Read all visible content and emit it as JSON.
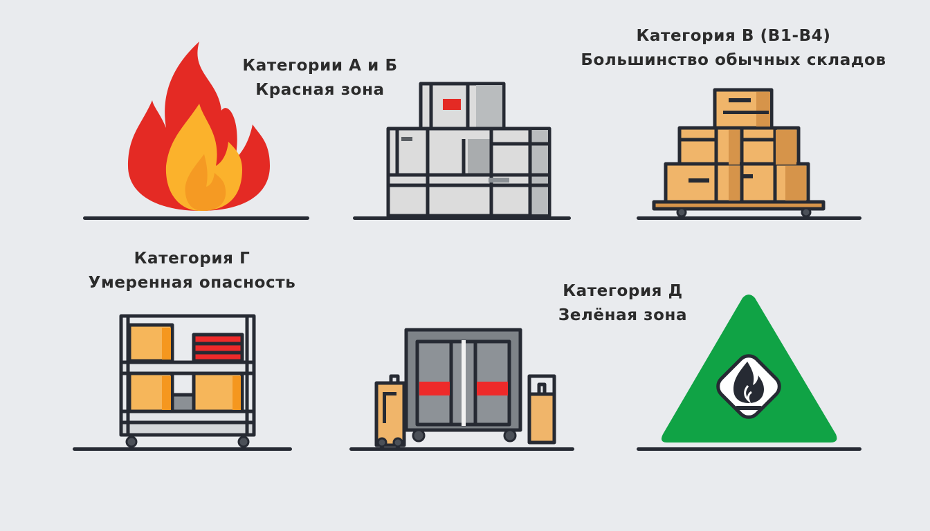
{
  "categories": [
    {
      "id": "a-b",
      "title": "Категории А и Б",
      "subtitle": "Красная зона",
      "icon": "fire-icon"
    },
    {
      "id": "v",
      "title": "Категория В (В1-В4)",
      "subtitle": "Большинство обычных складов",
      "icon": "boxes-pallet-icon"
    },
    {
      "id": "g",
      "title": "Категория Г",
      "subtitle": "Умеренная опасность",
      "icon": "shelf-cart-icon"
    },
    {
      "id": "d",
      "title": "Категория Д",
      "subtitle": "Зелёная зона",
      "icon": "green-triangle-flame-sign-icon"
    }
  ],
  "extra_illustrations": [
    {
      "id": "gray-crates",
      "icon": "gray-crates-stack-icon"
    },
    {
      "id": "cabinet",
      "icon": "metal-cabinet-with-gas-cylinders-icon"
    }
  ],
  "colors": {
    "background": "#e9ebee",
    "text": "#2b2b2b",
    "outline": "#262a33",
    "fire_red": "#e42a24",
    "fire_orange": "#fbb22c",
    "cardboard": "#f0b56a",
    "cardboard_shade": "#d6944a",
    "green_zone": "#10a345",
    "danger_red": "#ee2a2a"
  }
}
